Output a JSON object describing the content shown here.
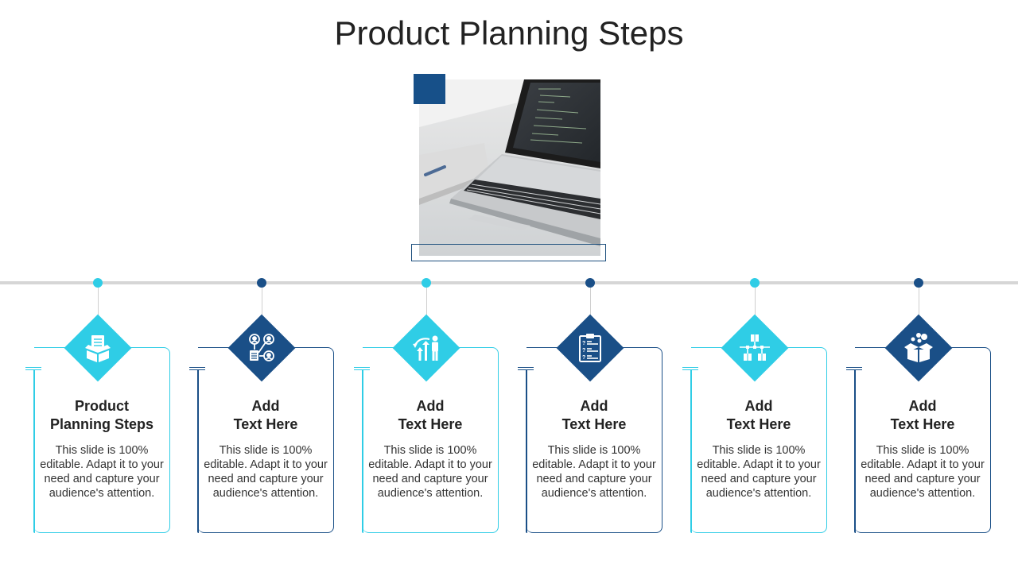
{
  "slide": {
    "title": "Product Planning Steps",
    "image": {
      "subject": "laptop-with-code-on-desk",
      "accent_color": "#175089",
      "frame_color": "#1d4f7d"
    }
  },
  "colors": {
    "light": "#2fcde6",
    "dark": "#1a4f87",
    "timeline": "#d6d6d6",
    "text": "#222222"
  },
  "steps": [
    {
      "heading_line1": "Product",
      "heading_line2": "Planning Steps",
      "body": "This slide is 100% editable. Adapt it to your need and capture your audience's attention.",
      "icon": "box-with-document-icon",
      "theme": "light"
    },
    {
      "heading_line1": "Add",
      "heading_line2": "Text Here",
      "body": "This slide is 100% editable. Adapt it to your need and capture your audience's attention.",
      "icon": "user-network-icon",
      "theme": "dark"
    },
    {
      "heading_line1": "Add",
      "heading_line2": "Text Here",
      "body": "This slide is 100% editable. Adapt it to your need and capture your audience's attention.",
      "icon": "growth-arrows-person-icon",
      "theme": "light"
    },
    {
      "heading_line1": "Add",
      "heading_line2": "Text Here",
      "body": "This slide is 100% editable. Adapt it to your need and capture your audience's attention.",
      "icon": "clipboard-checklist-icon",
      "theme": "dark"
    },
    {
      "heading_line1": "Add",
      "heading_line2": "Text Here",
      "body": "This slide is 100% editable. Adapt it to your need and capture your audience's attention.",
      "icon": "box-distribution-icon",
      "theme": "light"
    },
    {
      "heading_line1": "Add",
      "heading_line2": "Text Here",
      "body": "This slide is 100% editable. Adapt it to your need and capture your audience's attention.",
      "icon": "open-box-icon",
      "theme": "dark"
    }
  ]
}
